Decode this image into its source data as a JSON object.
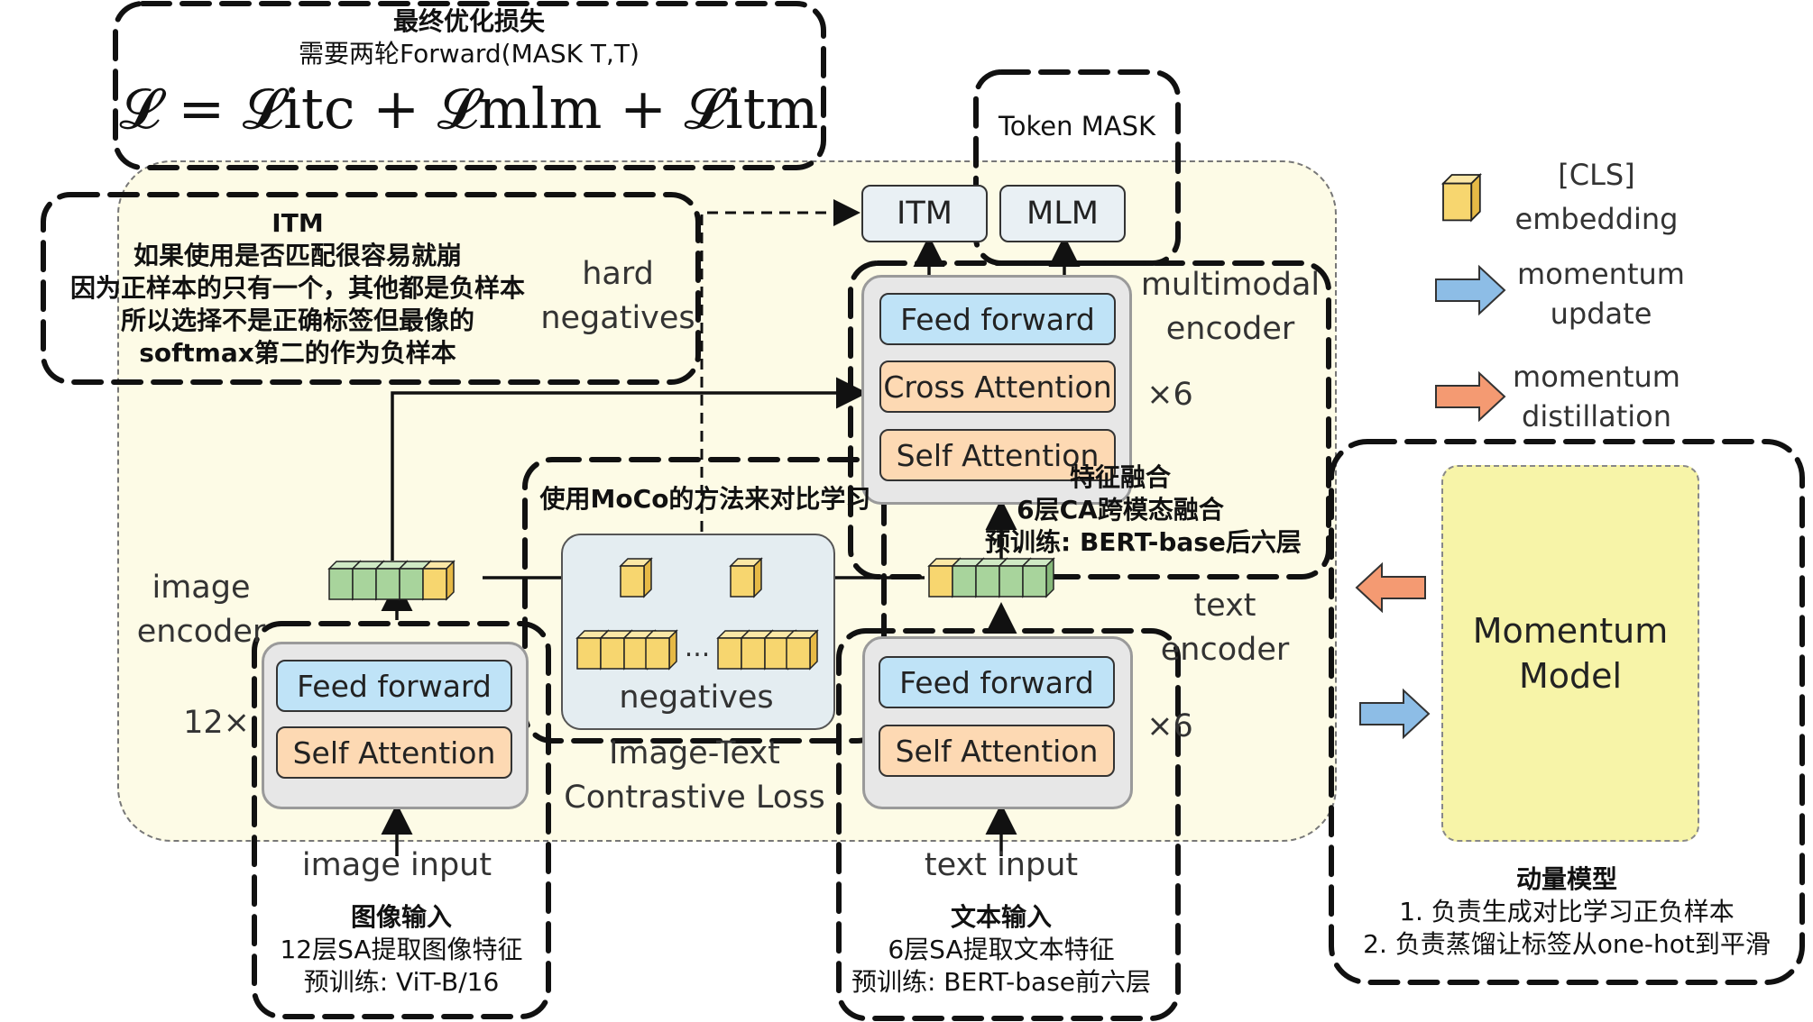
{
  "loss_box": {
    "line1": "最终优化损失",
    "line2": "需要两轮Forward(MASK T,T)",
    "formula": "𝓛 = 𝓛itc + 𝓛mlm + 𝓛itm"
  },
  "token_mask": "Token MASK",
  "heads": {
    "itm": "ITM",
    "mlm": "MLM"
  },
  "itm_note": {
    "title": "ITM",
    "lines": [
      "如果使用是否匹配很容易就崩",
      "因为正样本的只有一个，其他都是负样本",
      "所以选择不是正确标签但最像的",
      "softmax第二的作为负样本"
    ]
  },
  "hard_negatives": [
    "hard",
    "negatives"
  ],
  "multimodal": {
    "label": [
      "multimodal",
      "encoder"
    ],
    "layers": [
      "Feed forward",
      "Cross Attention",
      "Self Attention"
    ],
    "repeat": "×6",
    "note": [
      "特征融合",
      "6层CA跨模态融合",
      "预训练: BERT-base后六层"
    ]
  },
  "moco_note": "使用MoCo的方法来对比学习",
  "contrastive": {
    "negatives": "negatives",
    "ellipsis": "...",
    "label": [
      "Image-Text",
      "Contrastive Loss"
    ]
  },
  "image_encoder": {
    "label": [
      "image",
      "encoder"
    ],
    "layers": [
      "Feed forward",
      "Self Attention"
    ],
    "repeat": "12×",
    "input": "image input",
    "note": [
      "图像输入",
      "12层SA提取图像特征",
      "预训练: ViT-B/16"
    ]
  },
  "text_encoder": {
    "label": [
      "text",
      "encoder"
    ],
    "layers": [
      "Feed forward",
      "Self Attention"
    ],
    "repeat": "×6",
    "input": "text input",
    "note": [
      "文本输入",
      "6层SA提取文本特征",
      "预训练: BERT-base前六层"
    ]
  },
  "legend": {
    "cls": [
      "[CLS]",
      "embedding"
    ],
    "momentum_update": [
      "momentum",
      "update"
    ],
    "momentum_distillation": [
      "momentum",
      "distillation"
    ]
  },
  "momentum_model": {
    "label": [
      "Momentum",
      "Model"
    ],
    "note": [
      "动量模型",
      "1. 负责生成对比学习正负样本",
      "2. 负责蒸馏让标签从one-hot到平滑"
    ]
  },
  "colors": {
    "background_panel": "#fdfbe6",
    "feed_forward": "#bfe3f7",
    "attention": "#fdd9b3",
    "head_fill": "#e9f0f4",
    "token_green": "#a8d49c",
    "token_yellow": "#f7d66f",
    "momentum_model": "#f7f4a8",
    "arrow_blue": "#8dbde6",
    "arrow_orange": "#f49a72"
  }
}
